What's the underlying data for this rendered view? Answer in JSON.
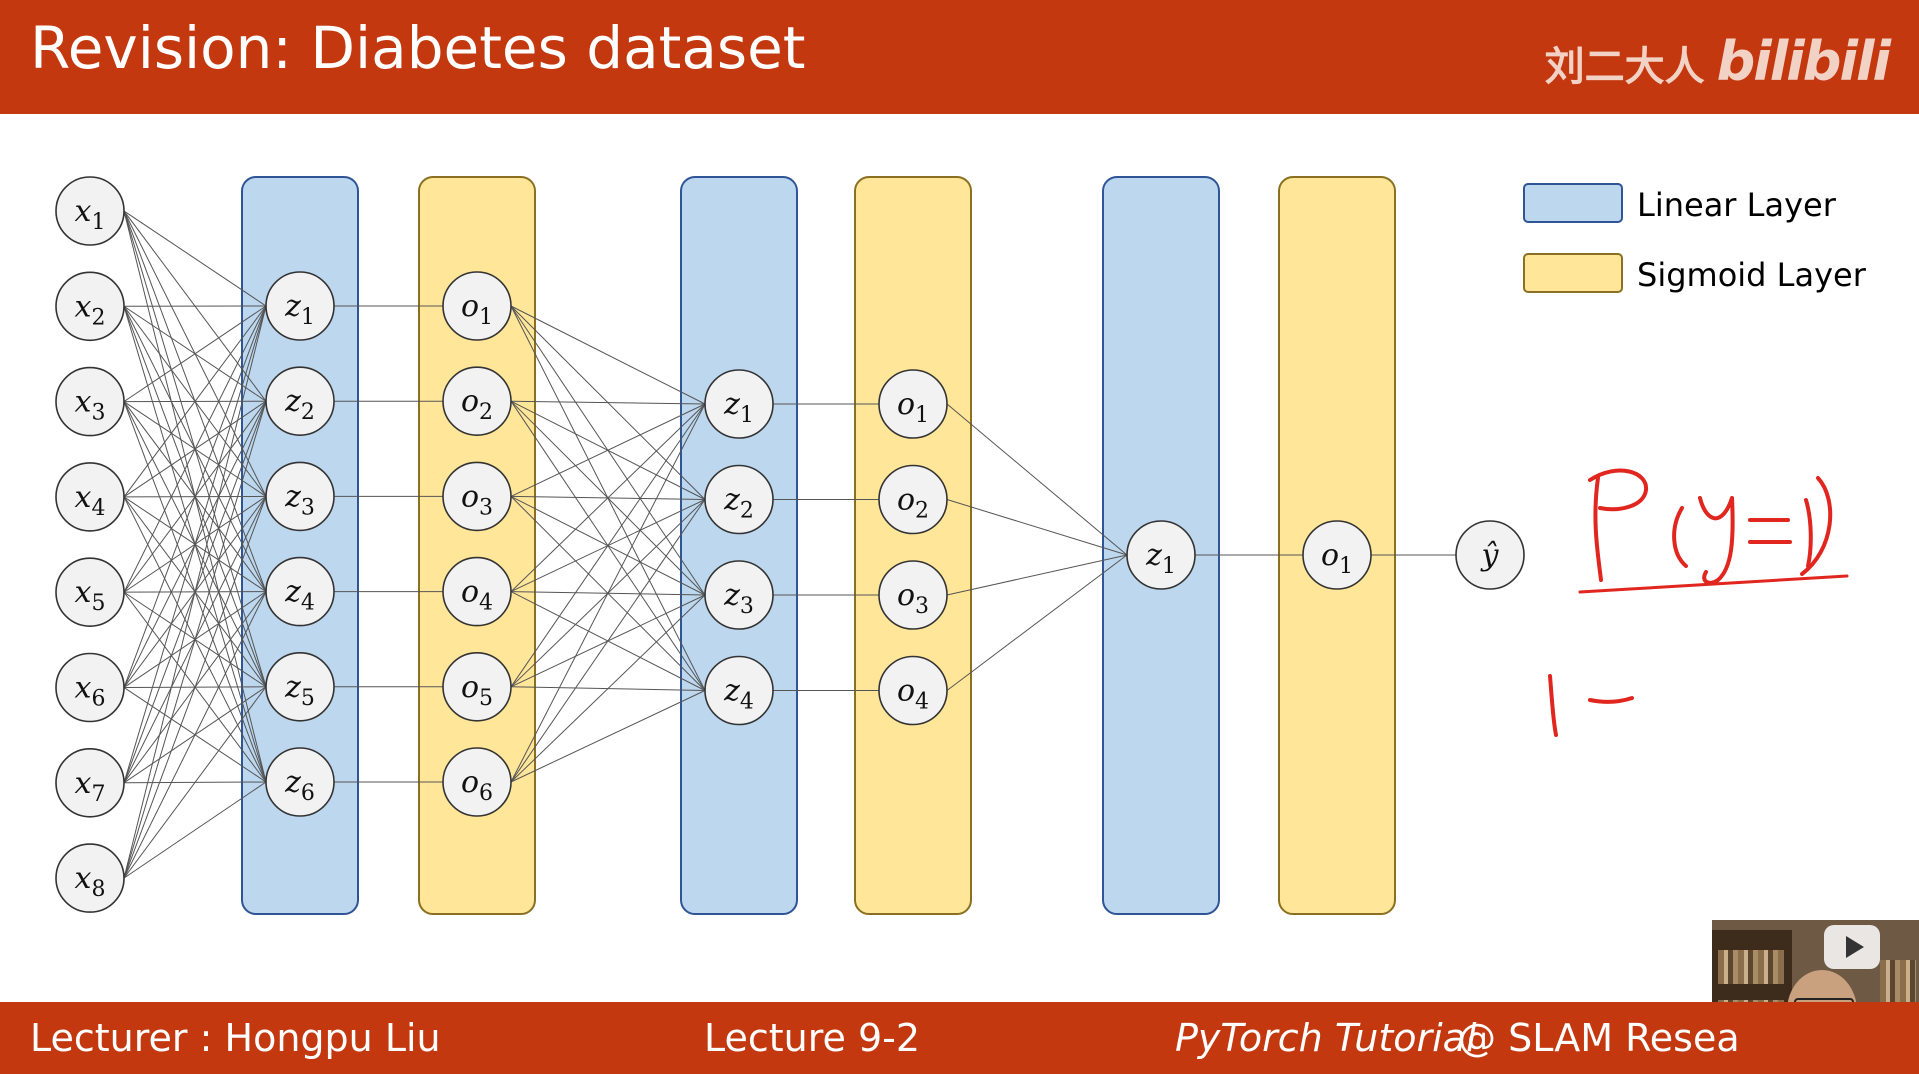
{
  "header": {
    "title": "Revision: Diabetes dataset",
    "brand_name": "刘二大人",
    "brand_logo": "bilibili"
  },
  "footer": {
    "lecturer": "Lecturer : Hongpu Liu",
    "lecture": "Lecture 9-2",
    "course": "PyTorch Tutorial",
    "org": "@ SLAM Resea"
  },
  "legend": [
    {
      "label": "Linear Layer",
      "color": "#bdd7ee"
    },
    {
      "label": "Sigmoid Layer",
      "color": "#ffe699"
    }
  ],
  "network": {
    "input": [
      "x1",
      "x2",
      "x3",
      "x4",
      "x5",
      "x6",
      "x7",
      "x8"
    ],
    "stages": [
      {
        "type": "linear",
        "nodes": [
          "z1",
          "z2",
          "z3",
          "z4",
          "z5",
          "z6"
        ]
      },
      {
        "type": "sigmoid",
        "nodes": [
          "o1",
          "o2",
          "o3",
          "o4",
          "o5",
          "o6"
        ]
      },
      {
        "type": "linear",
        "nodes": [
          "z1",
          "z2",
          "z3",
          "z4"
        ]
      },
      {
        "type": "sigmoid",
        "nodes": [
          "o1",
          "o2",
          "o3",
          "o4"
        ]
      },
      {
        "type": "linear",
        "nodes": [
          "z1"
        ]
      },
      {
        "type": "sigmoid",
        "nodes": [
          "o1"
        ]
      }
    ],
    "output": "ŷ"
  },
  "annotations": {
    "handwritten_1": "P(y=1)",
    "handwritten_2": "1 −"
  },
  "colors": {
    "banner": "#c4380f",
    "linear_fill": "#bdd7ee",
    "linear_stroke": "#2f5597",
    "sigmoid_fill": "#ffe699",
    "sigmoid_stroke": "#8a7020",
    "pen": "#e0261e"
  }
}
